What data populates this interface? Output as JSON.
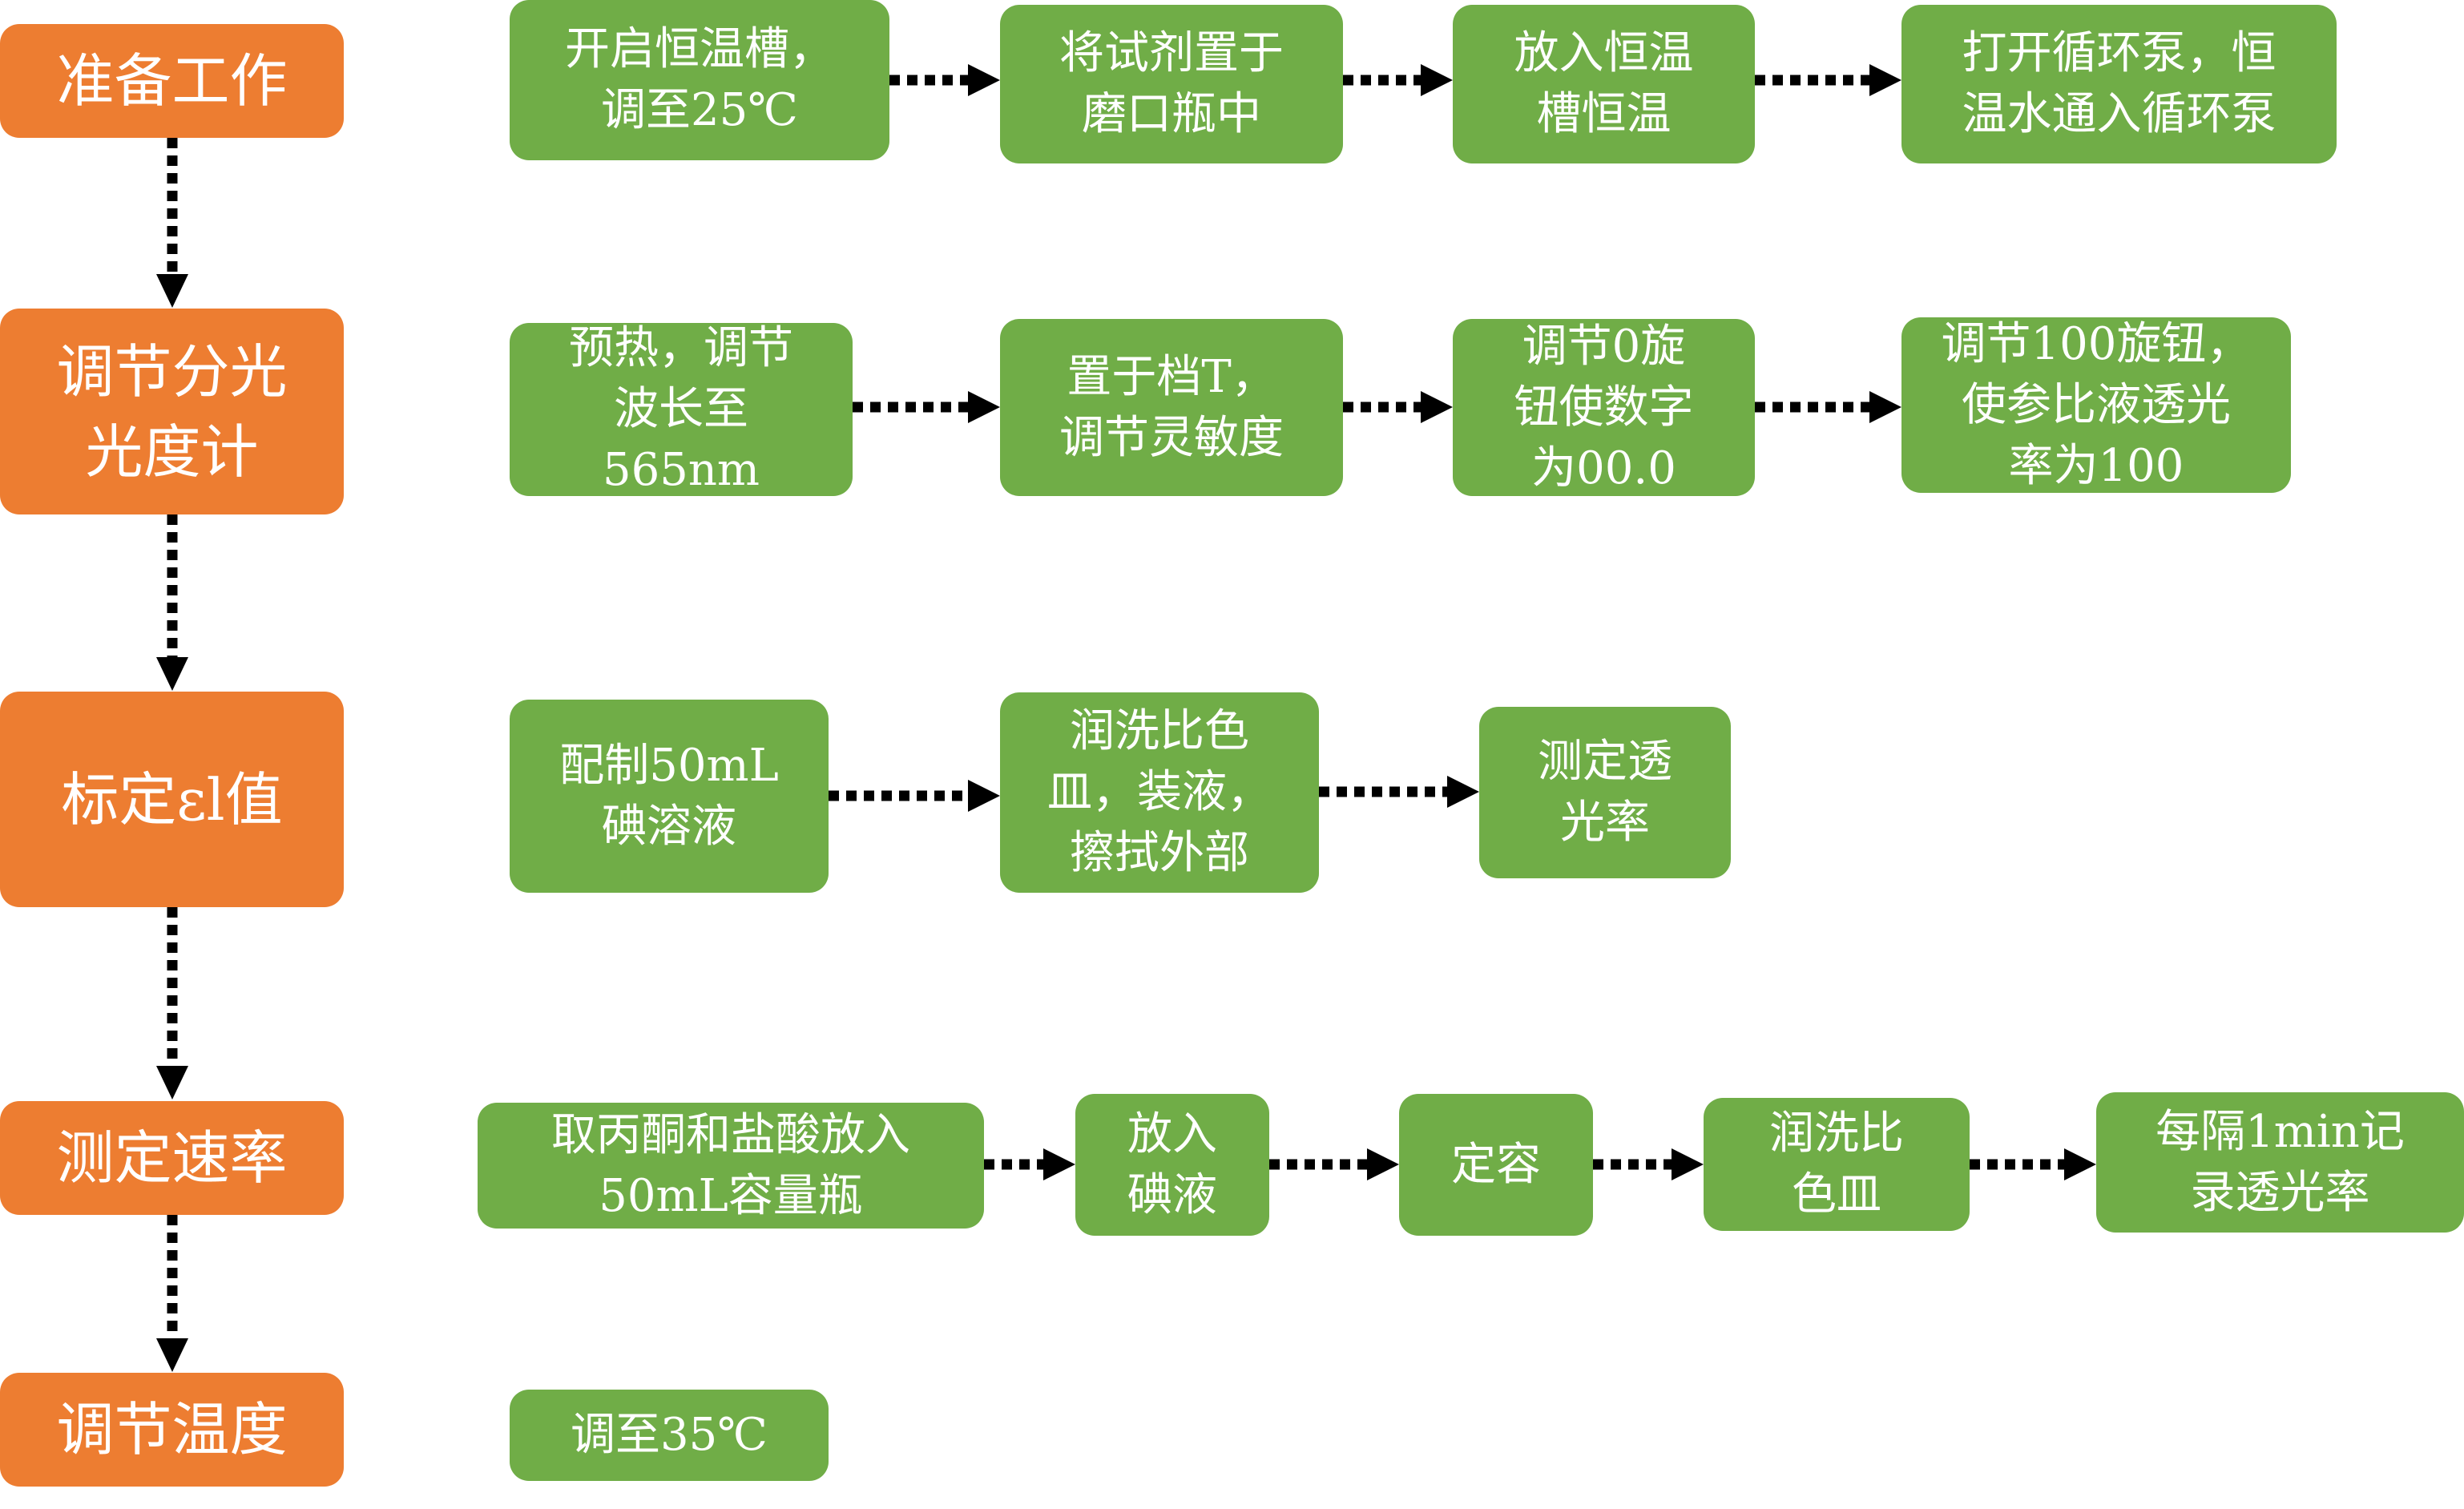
{
  "stages": [
    {
      "label": "准备工作"
    },
    {
      "label": "调节分光\n光度计"
    },
    {
      "label": "标定εl值"
    },
    {
      "label": "测定速率"
    },
    {
      "label": "调节温度"
    }
  ],
  "rows": [
    {
      "steps": [
        {
          "text": "开启恒温槽，\n调至25℃"
        },
        {
          "text": "将试剂置于\n磨口瓶中"
        },
        {
          "text": "放入恒温\n槽恒温"
        },
        {
          "text": "打开循环泵，恒\n温水通入循环泵"
        }
      ]
    },
    {
      "steps": [
        {
          "text": "预热，调节\n波长至\n565nm"
        },
        {
          "text": "置于档T，\n调节灵敏度"
        },
        {
          "text": "调节0旋\n钮使数字\n为00.0"
        },
        {
          "text": "调节100旋钮，\n使参比液透光\n率为100"
        }
      ]
    },
    {
      "steps": [
        {
          "text": "配制50mL\n碘溶液"
        },
        {
          "text": "润洗比色\n皿，装液，\n擦拭外部"
        },
        {
          "text": "测定透\n光率"
        }
      ]
    },
    {
      "steps": [
        {
          "text": "取丙酮和盐酸放入\n50mL容量瓶"
        },
        {
          "text": "放入\n碘液"
        },
        {
          "text": "定容"
        },
        {
          "text": "润洗比\n色皿"
        },
        {
          "text": "每隔1min记\n录透光率"
        }
      ]
    },
    {
      "steps": [
        {
          "text": "调至35℃"
        }
      ]
    }
  ],
  "colors": {
    "stage": "#ED7D31",
    "step": "#70AD47",
    "arrow": "#000000",
    "text": "#FFFFFF"
  }
}
